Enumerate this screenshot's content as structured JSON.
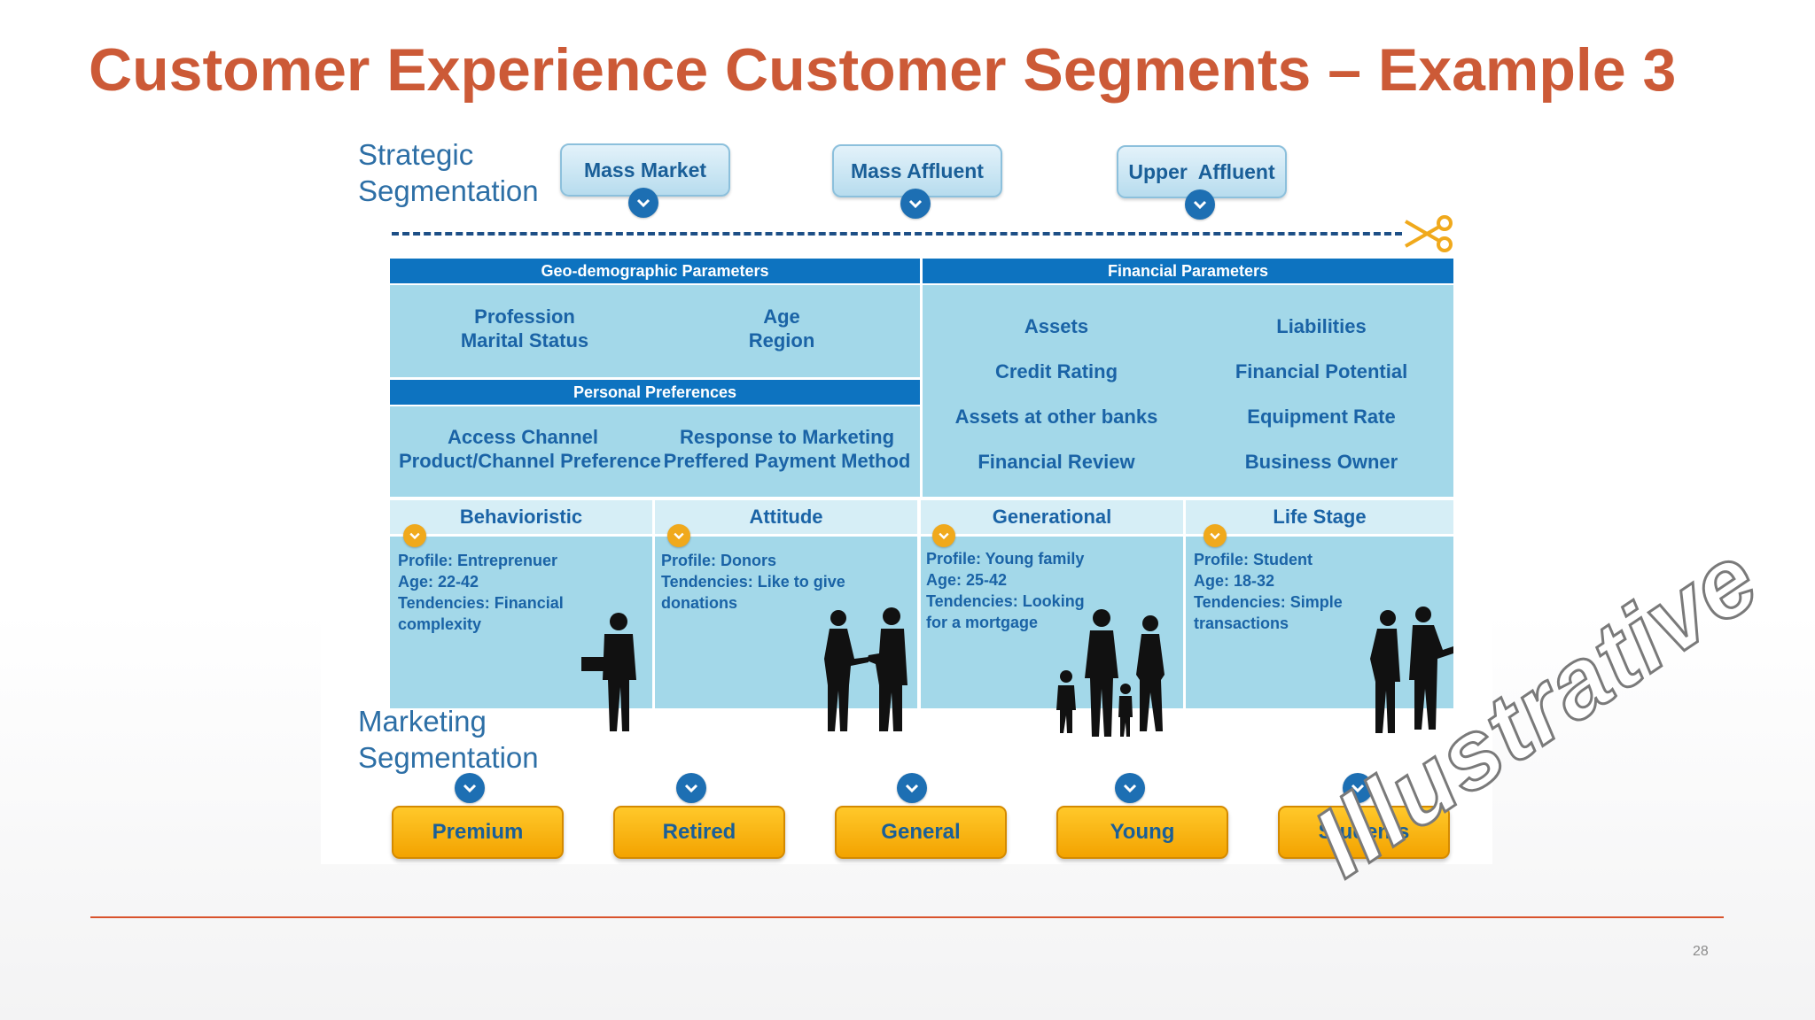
{
  "title": "Customer Experience Customer Segments – Example 3",
  "strategic": {
    "label_line1": "Strategic",
    "label_line2": "Segmentation",
    "segments": [
      "Mass Market",
      "Mass Affluent",
      "Upper  Affluent"
    ]
  },
  "geo": {
    "header": "Geo-demographic Parameters",
    "col1": [
      "Profession",
      "Marital Status"
    ],
    "col2": [
      "Age",
      "Region"
    ]
  },
  "personal": {
    "header": "Personal Preferences",
    "col1": [
      "Access Channel",
      "Product/Channel Preference"
    ],
    "col2": [
      "Response to Marketing",
      "Preffered Payment Method"
    ]
  },
  "financial": {
    "header": "Financial Parameters",
    "col1": [
      "Assets",
      "Credit Rating",
      "Assets at other banks",
      "Financial Review"
    ],
    "col2": [
      "Liabilities",
      "Financial Potential",
      "Equipment Rate",
      "Business Owner"
    ]
  },
  "dimensions": [
    {
      "title": "Behavioristic",
      "lines": [
        "Profile: Entreprenuer",
        "Age: 22-42",
        "Tendencies: Financial",
        "complexity"
      ]
    },
    {
      "title": "Attitude",
      "lines": [
        "Profile: Donors",
        "Tendencies: Like to give",
        "donations"
      ]
    },
    {
      "title": "Generational",
      "lines": [
        "Profile: Young family",
        "Age: 25-42",
        "Tendencies: Looking",
        "for a mortgage"
      ]
    },
    {
      "title": "Life Stage",
      "lines": [
        "Profile: Student",
        "Age: 18-32",
        "Tendencies: Simple",
        "transactions"
      ]
    }
  ],
  "marketing": {
    "label_line1": "Marketing",
    "label_line2": "Segmentation",
    "segments": [
      "Premium",
      "Retired",
      "General",
      "Young",
      "Students"
    ]
  },
  "watermark": "Illustrative",
  "page_number": "28",
  "colors": {
    "title": "#cc5a37",
    "header_blue": "#0d73c0",
    "cell_blue": "#a3d8e9",
    "orange_button": "#f3a300",
    "rule": "#d9532c"
  }
}
